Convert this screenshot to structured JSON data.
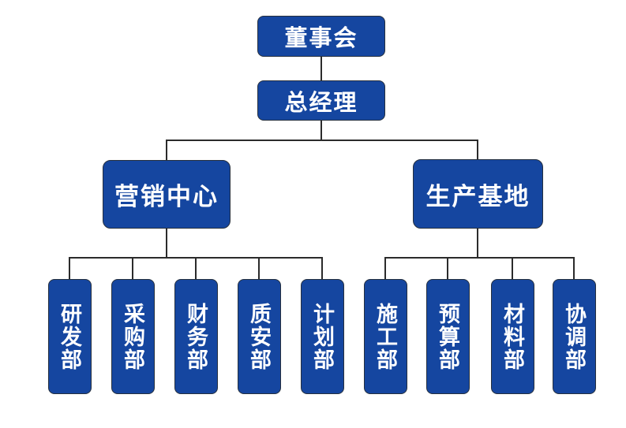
{
  "org": {
    "root": "董事会",
    "executive": "总经理",
    "branches": [
      {
        "name": "营销中心",
        "departments": [
          "研发部",
          "采购部",
          "财务部",
          "质安部",
          "计划部"
        ]
      },
      {
        "name": "生产基地",
        "departments": [
          "施工部",
          "预算部",
          "材料部",
          "协调部"
        ]
      }
    ]
  },
  "colors": {
    "box-fill": "#1546A0",
    "box-border": "#26303e",
    "line": "#2b2b2b",
    "text": "#ffffff",
    "background": "#ffffff"
  }
}
